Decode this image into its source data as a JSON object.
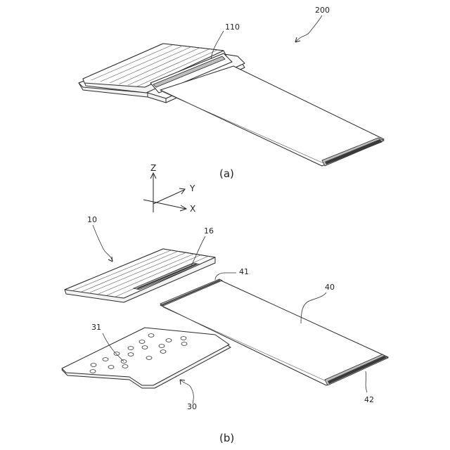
{
  "figure_a": {
    "caption": "(a)",
    "ref_assembly": "200",
    "ref_connector": "110"
  },
  "axes": {
    "z": "Z",
    "y": "Y",
    "x": "X"
  },
  "figure_b": {
    "caption": "(b)",
    "ref_housing": "10",
    "ref_housing_slot": "16",
    "ref_base_plate": "30",
    "ref_base_hole": "31",
    "ref_cable": "40",
    "ref_cable_end_top": "41",
    "ref_cable_end_bottom": "42"
  }
}
